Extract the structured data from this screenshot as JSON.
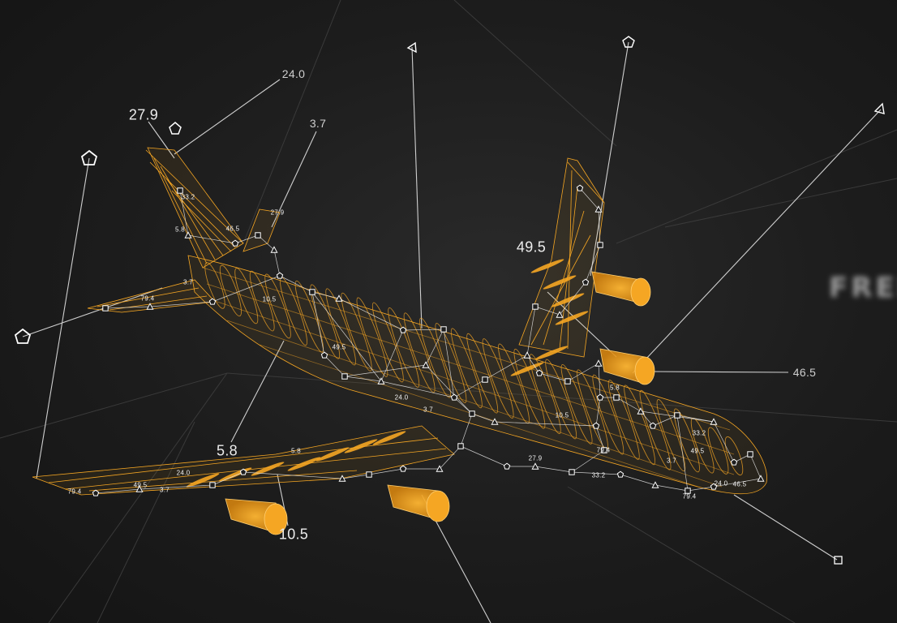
{
  "scene": {
    "background_color": "#1d1d1d",
    "accent_color": "#f5a623",
    "line_color": "#d8d8d8"
  },
  "callouts": [
    {
      "id": "c-279",
      "text": "27.9",
      "size": "big"
    },
    {
      "id": "c-240",
      "text": "24.0",
      "size": "mid"
    },
    {
      "id": "c-37",
      "text": "3.7",
      "size": "mid"
    },
    {
      "id": "c-495",
      "text": "49.5",
      "size": "big"
    },
    {
      "id": "c-465",
      "text": "46.5",
      "size": "mid"
    },
    {
      "id": "c-58",
      "text": "5.8",
      "size": "big"
    },
    {
      "id": "c-105",
      "text": "10.5",
      "size": "big"
    }
  ],
  "tags": [
    "79.4",
    "3.7",
    "24.0",
    "49.5",
    "5.8",
    "33.2",
    "27.9",
    "10.5",
    "46.5",
    "3.7",
    "79.4",
    "49.5",
    "5.8",
    "24.0",
    "3.7",
    "33.2",
    "79.4",
    "27.9",
    "10.5",
    "5.8",
    "3.7",
    "49.5",
    "24.0",
    "46.5",
    "33.2",
    "79.4"
  ],
  "background_text": "FREE"
}
